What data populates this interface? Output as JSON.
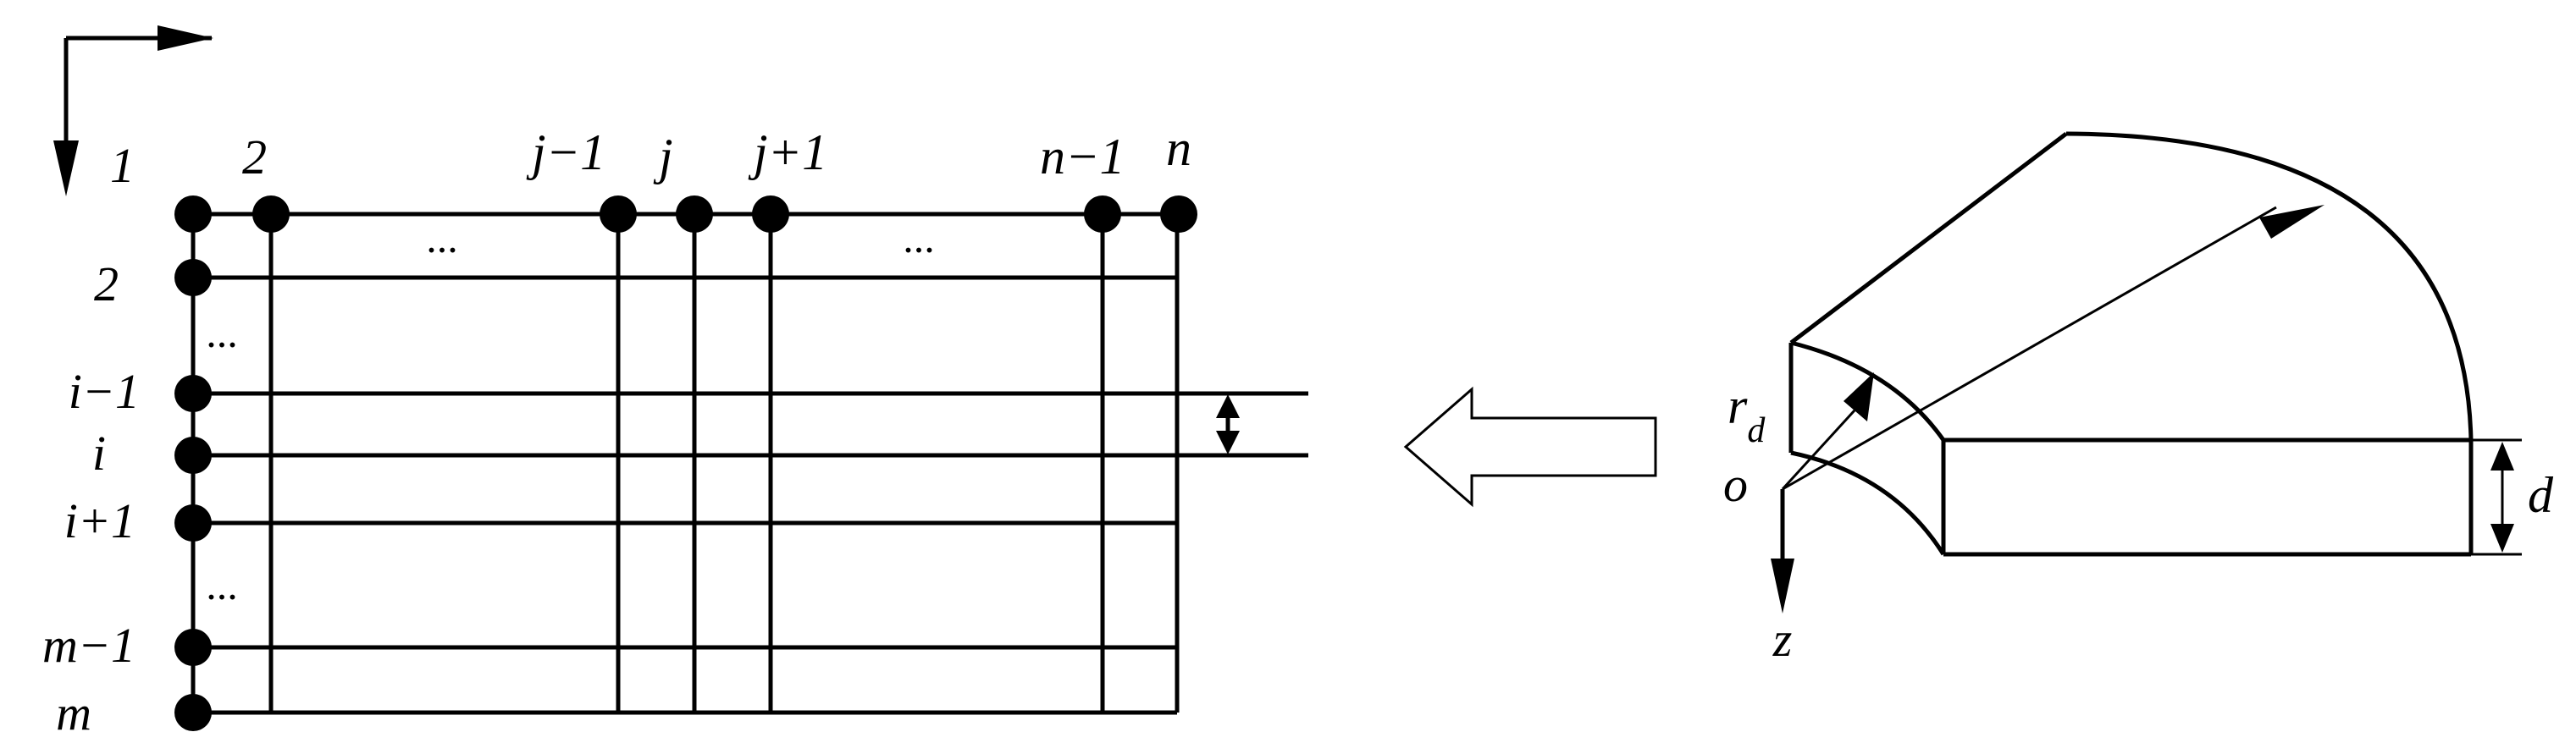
{
  "grid": {
    "col_labels": [
      "1",
      "2",
      "j−1",
      "j",
      "j+1",
      "n−1",
      "n"
    ],
    "row_labels": [
      "2",
      "i−1",
      "i",
      "i+1",
      "m−1",
      "m"
    ],
    "row_ellipsis": "...",
    "col_ellipsis": "..."
  },
  "solid": {
    "radius_label_main": "r",
    "radius_label_sub": "d",
    "origin_label": "o",
    "axis_label": "z",
    "thickness_label": "d"
  }
}
